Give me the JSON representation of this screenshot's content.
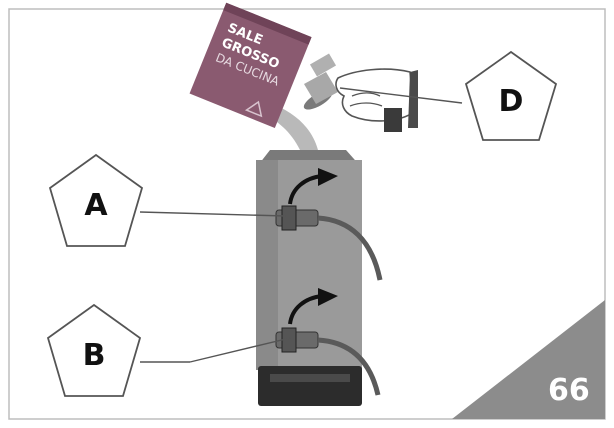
{
  "bag": {
    "line1": "SALE",
    "line2": "GROSSO",
    "line3": "DA CUCINA"
  },
  "callouts": {
    "a": "A",
    "b": "B",
    "d": "D"
  },
  "page_number": "66",
  "colors": {
    "bag": "#8a5a70",
    "tank": "#9a9a9a",
    "tank_dark": "#5e5e5e",
    "base": "#2c2c2c",
    "corner": "#8c8c8c",
    "frame": "#bdbdbd"
  }
}
